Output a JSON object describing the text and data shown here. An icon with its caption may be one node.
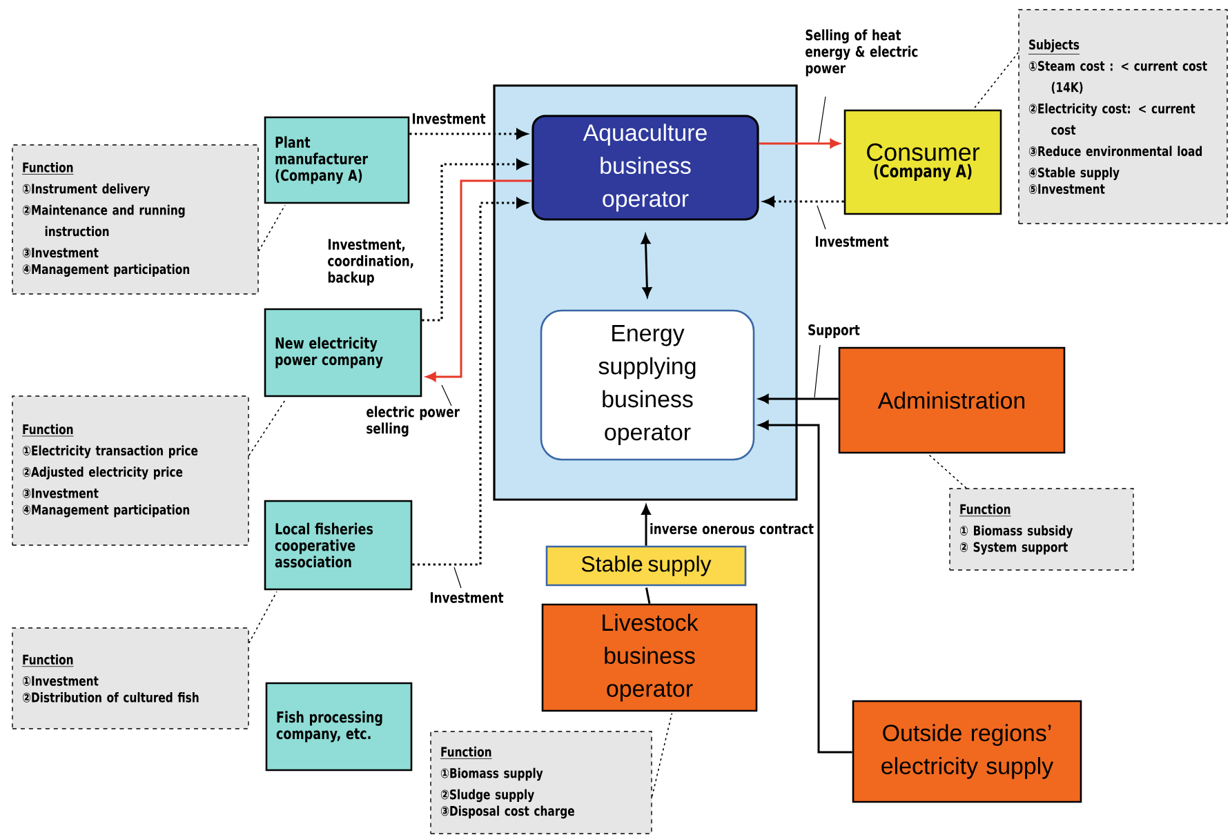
{
  "diagram": {
    "nodes": [
      {
        "text": [],
        "shape": "box"
      },
      {
        "text": [
          "Aquaculture business operator"
        ],
        "in": 0
      },
      {
        "text": [
          "Energy supplying business operator"
        ],
        "in": 0
      },
      {
        "text": [
          "Plant manufacturer (Company A)"
        ]
      },
      {
        "text": [
          "New electricity power company"
        ]
      },
      {
        "text": [
          "Local fisheries cooperative association"
        ]
      },
      {
        "text": [
          "Fish processing company, etc."
        ]
      },
      {
        "text": [
          "Consumer",
          "(Company A)"
        ]
      },
      {
        "text": [
          "Administration"
        ]
      },
      {
        "text": [
          "Stable supply"
        ]
      },
      {
        "text": [
          "Livestock business operator"
        ]
      },
      {
        "text": [
          "Outside regions’ electricity supply"
        ]
      },
      {
        "text": [
          "Function",
          "①Instrument delivery",
          "②Maintenance and running instruction",
          "③Investment",
          "④Management  participation"
        ]
      },
      {
        "text": [
          "Function",
          "①Electricity transaction price",
          "②Adjusted electricity price",
          "③Investment",
          "④Management participation"
        ]
      },
      {
        "text": [
          "Function",
          "①Investment",
          "②Distribution of cultured fish"
        ]
      },
      {
        "text": [
          "Subjects",
          "①Steam cost : < current cost (14K)",
          "②Electricity cost: < current cost",
          "③Reduce environmental load",
          "④Stable supply",
          "⑤Investment"
        ]
      },
      {
        "text": [
          "Function",
          "① Biomass subsidy",
          "② System support"
        ]
      },
      {
        "text": [
          "Function",
          "①Biomass supply",
          "②Sludge supply",
          "③Disposal cost charge"
        ]
      }
    ],
    "edges": [
      {
        "from": 3,
        "to": 1,
        "arrow": "to",
        "label": "Investment",
        "style": "dashed"
      },
      {
        "from": 4,
        "to": 1,
        "arrow": "to",
        "label": "Investment, coordination, backup",
        "style": "dashed"
      },
      {
        "from": 1,
        "to": 4,
        "arrow": "to",
        "label": "electric power selling",
        "color": "#e8392a"
      },
      {
        "from": 5,
        "to": 1,
        "arrow": "to",
        "label": "Investment",
        "style": "dashed"
      },
      {
        "from": 1,
        "to": 7,
        "arrow": "to",
        "label": "Selling of heat energy & electric power",
        "color": "#e8392a"
      },
      {
        "from": 7,
        "to": 1,
        "arrow": "to",
        "label": "Investment",
        "style": "dashed"
      },
      {
        "from": 1,
        "to": 2,
        "arrow": "both"
      },
      {
        "from": 8,
        "to": 2,
        "arrow": "to",
        "label": "Support"
      },
      {
        "from": 11,
        "to": 2,
        "arrow": "to"
      },
      {
        "from": 10,
        "to": 9,
        "arrow": "none"
      },
      {
        "from": 9,
        "to": 0,
        "arrow": "to",
        "label": "inverse onerous contract"
      },
      {
        "from": 12,
        "to": 3,
        "arrow": "none",
        "style": "dashed"
      },
      {
        "from": 13,
        "to": 4,
        "arrow": "none",
        "style": "dashed"
      },
      {
        "from": 14,
        "to": 5,
        "arrow": "none",
        "style": "dashed"
      },
      {
        "from": 15,
        "to": 7,
        "arrow": "none",
        "style": "dashed"
      },
      {
        "from": 16,
        "to": 8,
        "arrow": "none",
        "style": "dashed"
      },
      {
        "from": 17,
        "to": 10,
        "arrow": "none",
        "style": "dashed"
      }
    ]
  }
}
